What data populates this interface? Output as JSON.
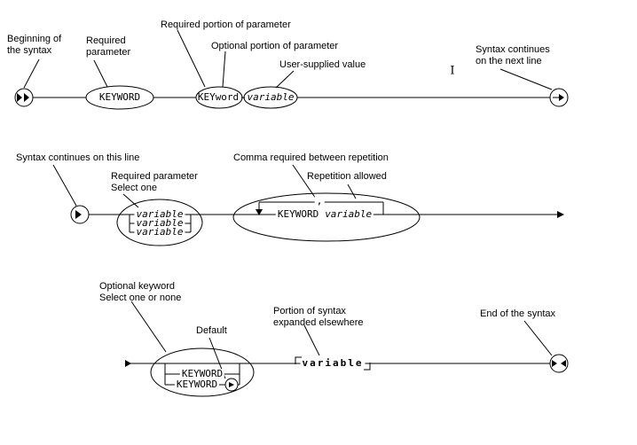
{
  "palette": {
    "ink": "#000000",
    "background": "#ffffff"
  },
  "row1": {
    "labels": {
      "beginning": "Beginning of\nthe syntax",
      "required_parameter": "Required\nparameter",
      "required_portion": "Required portion of parameter",
      "optional_portion": "Optional portion of parameter",
      "user_supplied": "User-supplied value",
      "continues_next_line": "Syntax continues\non the next line"
    },
    "diagram": {
      "keyword": "KEYWORD",
      "keyword_mixed": "KEYword",
      "variable": "variable"
    }
  },
  "row2": {
    "labels": {
      "continues_this_line": "Syntax continues on this line",
      "required_select_one": "Required parameter\nSelect one",
      "comma_required": "Comma required between repetition",
      "repetition_allowed": "Repetition allowed"
    },
    "diagram": {
      "stack": [
        "variable",
        "variable",
        "variable"
      ],
      "comma": ",",
      "repeat_keyword": "KEYWORD",
      "repeat_variable": "variable"
    }
  },
  "row3": {
    "labels": {
      "optional_select": "Optional keyword\nSelect one or none",
      "default": "Default",
      "portion_expanded": "Portion of syntax\nexpanded elsewhere",
      "end_of_syntax": "End of the syntax"
    },
    "diagram": {
      "keyword_options": [
        "KEYWORD",
        "KEYWORD"
      ],
      "fragment": "variable"
    }
  },
  "cursor": "I"
}
